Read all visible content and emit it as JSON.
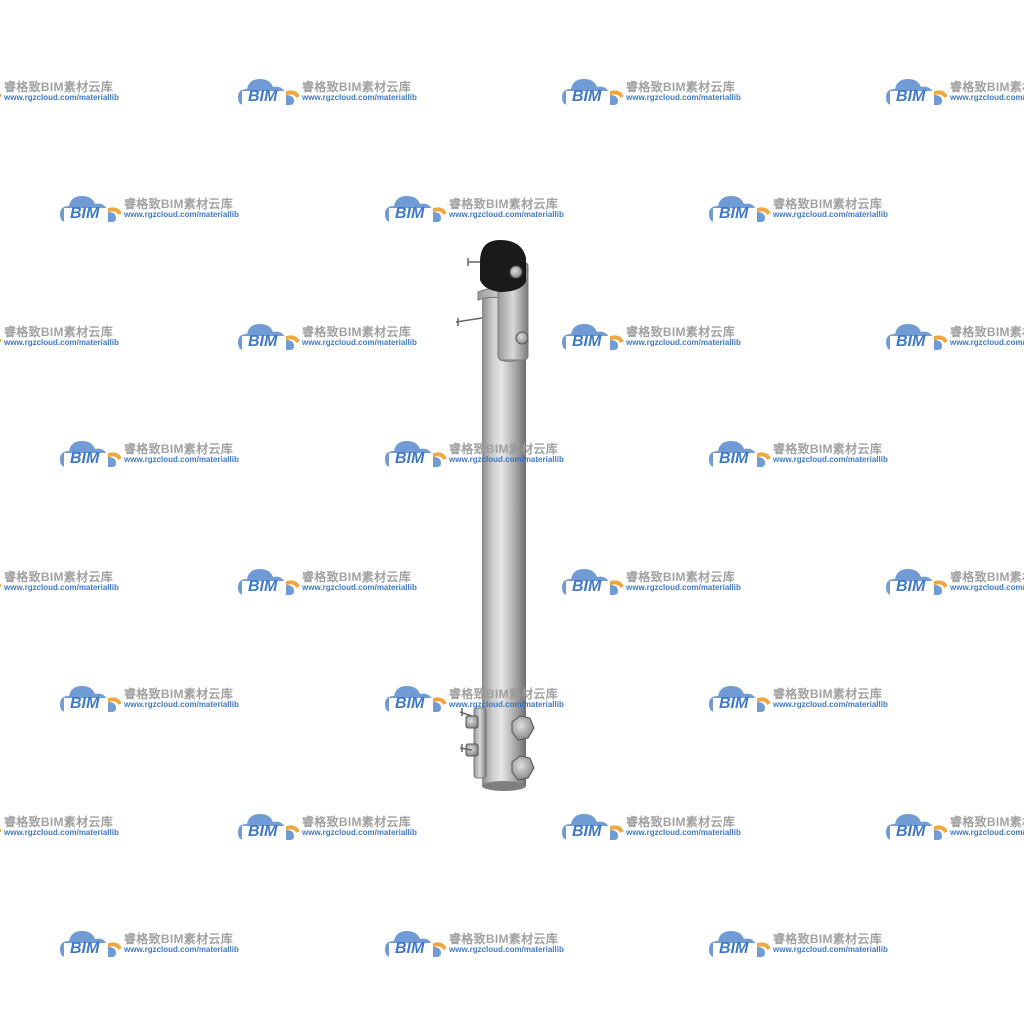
{
  "watermark": {
    "brand": "BIM",
    "name": "睿格致BIM素材云库",
    "url": "www.rgzcloud.com/materiallib",
    "colors": {
      "cloud": "#4a7fc8",
      "accent": "#f0a030",
      "text": "#9a9a9a"
    }
  },
  "model": {
    "object": "vertical-pipe-with-clamps",
    "colors": {
      "pipe_light": "#e0e0e0",
      "pipe_dark": "#6e6e6e",
      "roller": "#1a1a1a",
      "bolt": "#9c9c9c"
    }
  }
}
